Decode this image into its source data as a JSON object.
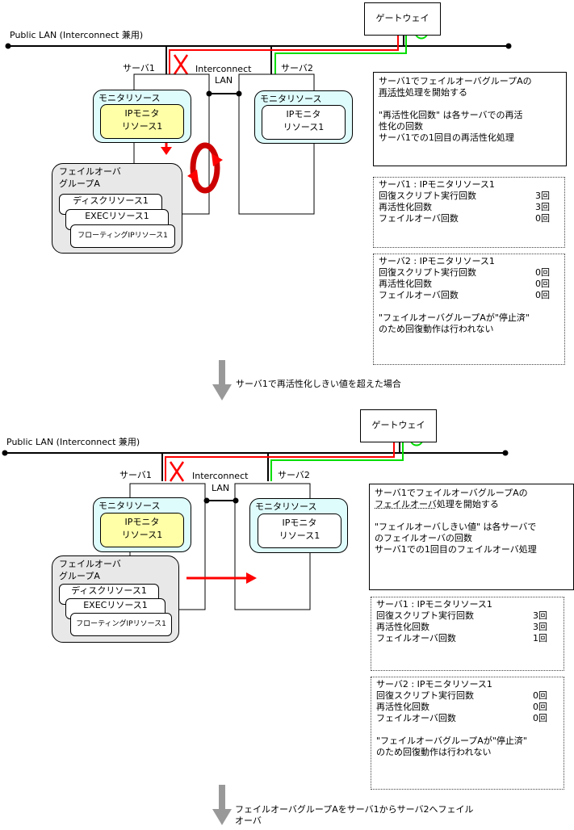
{
  "panels": [
    {
      "public_lan_label": "Public LAN (Interconnect 兼用)",
      "gateway_label": "ゲートウェイ",
      "server1_label": "サーバ1",
      "server2_label": "サーバ2",
      "interconnect_label_1": "Interconnect",
      "interconnect_label_2": "LAN",
      "monitor_resource_label": "モニタリソース",
      "ip_monitor_line1": "IPモニタ",
      "ip_monitor_line2": "リソース1",
      "failover_group_line1": "フェイルオーバ",
      "failover_group_line2": "グループA",
      "disk_resource": "ディスクリソース1",
      "exec_resource": "EXECリソース1",
      "fip_resource": "フローティングIPリソース1",
      "action_icon": "reactivation-cycle-icon",
      "note": {
        "line1": "サーバ1でフェイルオーバグループAの",
        "line2_underlined": "再活性",
        "line2_rest": "処理を開始する",
        "line3": "\"再活性化回数\" は各サーバでの再活",
        "line4": "性化の回数",
        "line5": "サーバ1での1回目の再活性化処理"
      },
      "server1_stats": {
        "title": "サーバ1 : IPモニタリソース1",
        "rows": [
          {
            "label": "回復スクリプト実行回数",
            "value": "3回"
          },
          {
            "label": "再活性化回数",
            "value": "3回"
          },
          {
            "label": "フェイルオーバ回数",
            "value": "0回"
          }
        ]
      },
      "server2_stats": {
        "title": "サーバ2 : IPモニタリソース1",
        "rows": [
          {
            "label": "回復スクリプト実行回数",
            "value": "0回"
          },
          {
            "label": "再活性化回数",
            "value": "0回"
          },
          {
            "label": "フェイルオーバ回数",
            "value": "0回"
          }
        ],
        "remark_line1": "\"フェイルオーバグループAが\"停止済\"",
        "remark_line2": "のため回復動作は行われない"
      },
      "transition": "サーバ1で再活性化しきい値を超えた場合"
    },
    {
      "public_lan_label": "Public LAN (Interconnect 兼用)",
      "gateway_label": "ゲートウェイ",
      "server1_label": "サーバ1",
      "server2_label": "サーバ2",
      "interconnect_label_1": "Interconnect",
      "interconnect_label_2": "LAN",
      "monitor_resource_label": "モニタリソース",
      "ip_monitor_line1": "IPモニタ",
      "ip_monitor_line2": "リソース1",
      "failover_group_line1": "フェイルオーバ",
      "failover_group_line2": "グループA",
      "disk_resource": "ディスクリソース1",
      "exec_resource": "EXECリソース1",
      "fip_resource": "フローティングIPリソース1",
      "action_icon": "failover-arrow-icon",
      "note": {
        "line1": "サーバ1でフェイルオーバグループAの",
        "line2_underlined": "フェイルオーバ",
        "line2_rest": "処理を開始する",
        "line3": "\"フェイルオーバしきい値\" は各サーバで",
        "line4": "のフェイルオーバの回数",
        "line5": "サーバ1での1回目のフェイルオーバ処理"
      },
      "server1_stats": {
        "title": "サーバ1 : IPモニタリソース1",
        "rows": [
          {
            "label": "回復スクリプト実行回数",
            "value": "3回"
          },
          {
            "label": "再活性化回数",
            "value": "3回"
          },
          {
            "label": "フェイルオーバ回数",
            "value": "1回"
          }
        ]
      },
      "server2_stats": {
        "title": "サーバ2 : IPモニタリソース1",
        "rows": [
          {
            "label": "回復スクリプト実行回数",
            "value": "0回"
          },
          {
            "label": "再活性化回数",
            "value": "0回"
          },
          {
            "label": "フェイルオーバ回数",
            "value": "0回"
          }
        ],
        "remark_line1": "\"フェイルオーバグループAが\"停止済\"",
        "remark_line2": "のため回復動作は行われない"
      },
      "transition": "フェイルオーバグループAをサーバ1からサーバ2へフェイル",
      "transition_line2": "オーバ"
    }
  ],
  "colors": {
    "fault_path": "#ff0000",
    "ok_path": "#00dd00",
    "monitor_bg": "#dffcfc",
    "ip_monitor_active": "#ffffa8",
    "group_bg": "#e8e8e8",
    "step_arrow": "#999999"
  }
}
